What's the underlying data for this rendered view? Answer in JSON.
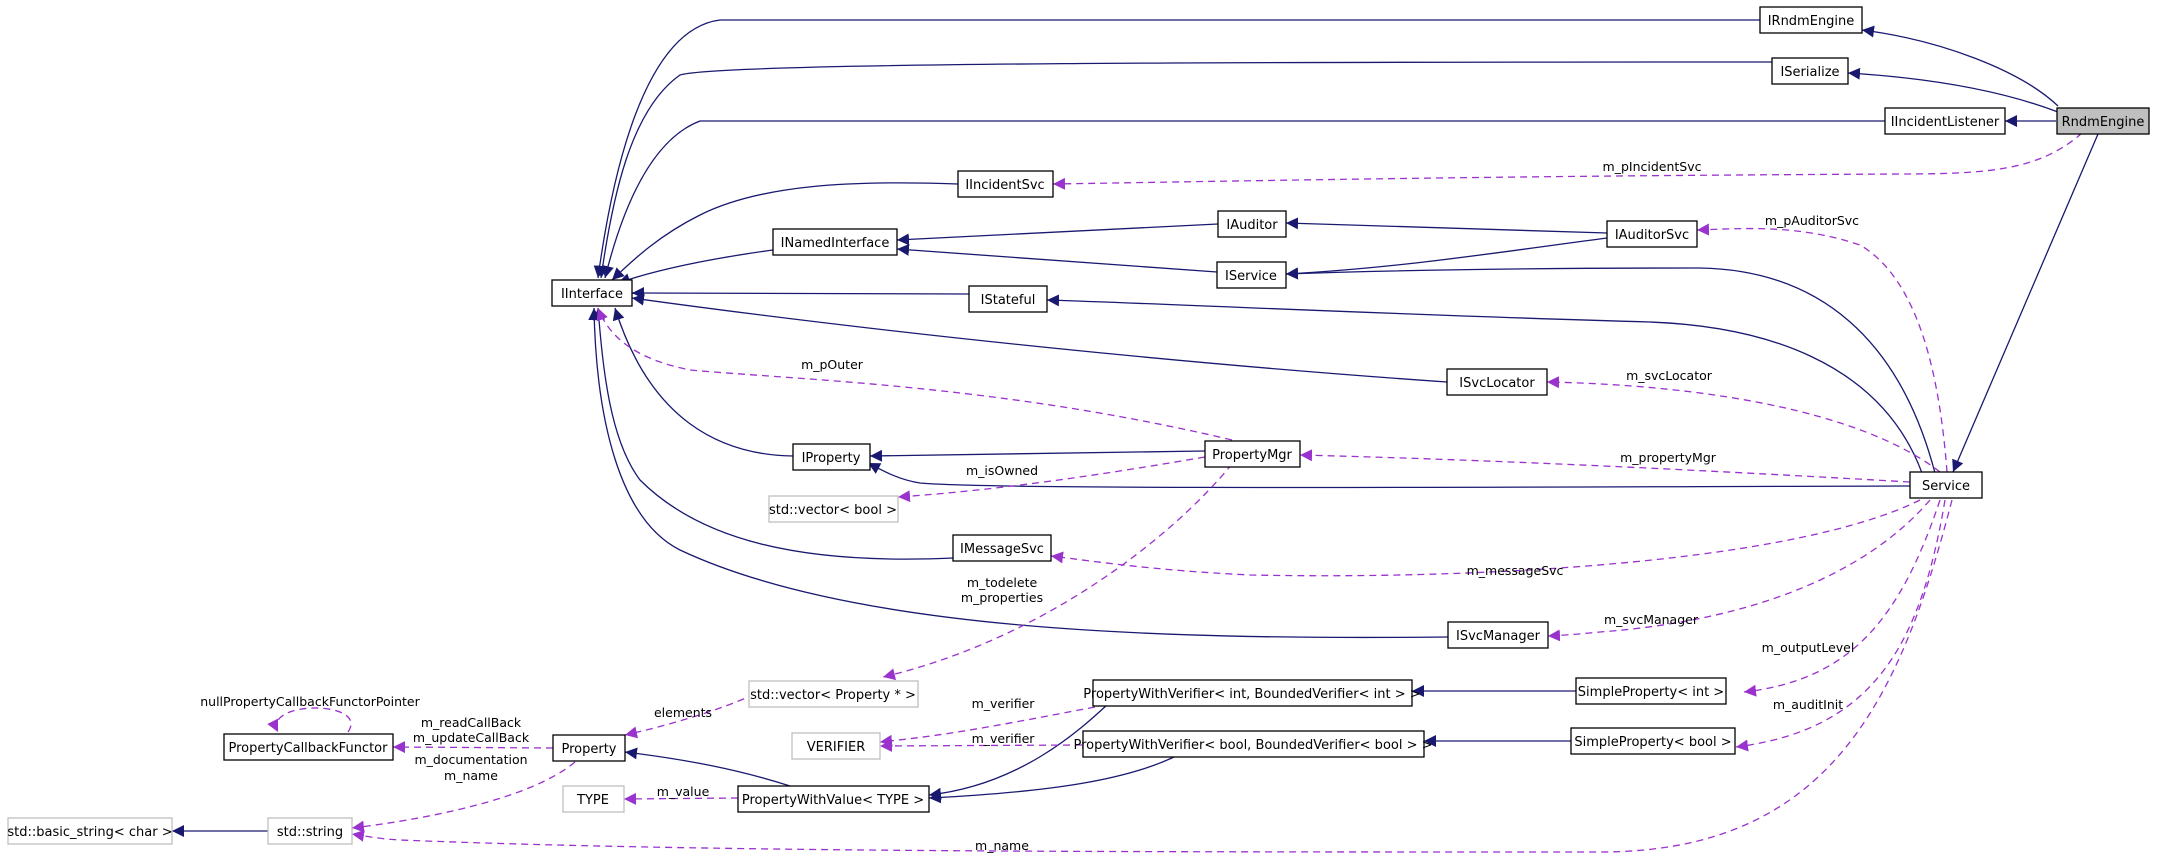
{
  "colors": {
    "inheritance_edge": "#191970",
    "usage_edge": "#9a32cd",
    "focus_node_fill": "#bfbfbf",
    "external_node_border": "#bfbfbf"
  },
  "nodes": {
    "rndm_engine": "RndmEngine",
    "irndm_engine": "IRndmEngine",
    "iserialize": "ISerialize",
    "iincident_listener": "IIncidentListener",
    "iincident_svc": "IIncidentSvc",
    "iauditor": "IAuditor",
    "iauditor_svc": "IAuditorSvc",
    "inamed_interface": "INamedInterface",
    "iservice": "IService",
    "iinterface": "IInterface",
    "istateful": "IStateful",
    "isvc_locator": "ISvcLocator",
    "iproperty": "IProperty",
    "property_mgr": "PropertyMgr",
    "vector_bool": "std::vector< bool >",
    "service": "Service",
    "imessage_svc": "IMessageSvc",
    "isvc_manager": "ISvcManager",
    "vector_property": "std::vector< Property * >",
    "pwv_int": "PropertyWithVerifier< int, BoundedVerifier< int > >",
    "simple_property_int": "SimpleProperty< int >",
    "verifier": "VERIFIER",
    "pwv_bool": "PropertyWithVerifier< bool, BoundedVerifier< bool > >",
    "simple_property_bool": "SimpleProperty< bool >",
    "property_callback_functor": "PropertyCallbackFunctor",
    "property": "Property",
    "type": "TYPE",
    "property_with_value": "PropertyWithValue< TYPE >",
    "basic_string": "std::basic_string< char >",
    "std_string": "std::string"
  },
  "edge_labels": {
    "m_pincident_svc": "m_pIncidentSvc",
    "m_pauditor_svc": "m_pAuditorSvc",
    "m_svc_locator": "m_svcLocator",
    "m_pouter": "m_pOuter",
    "m_property_mgr": "m_propertyMgr",
    "m_is_owned": "m_isOwned",
    "m_message_svc": "m_messageSvc",
    "m_todelete": "m_todelete",
    "m_properties": "m_properties",
    "m_svc_manager": "m_svcManager",
    "m_output_level": "m_outputLevel",
    "elements": "elements",
    "m_verifier_1": "m_verifier",
    "m_verifier_2": "m_verifier",
    "m_audit_init": "m_auditInit",
    "null_property_callback": "nullPropertyCallbackFunctorPointer",
    "m_read_callback": "m_readCallBack",
    "m_update_callback": "m_updateCallBack",
    "m_documentation": "m_documentation",
    "m_name_1": "m_name",
    "m_value": "m_value",
    "m_name_2": "m_name"
  }
}
